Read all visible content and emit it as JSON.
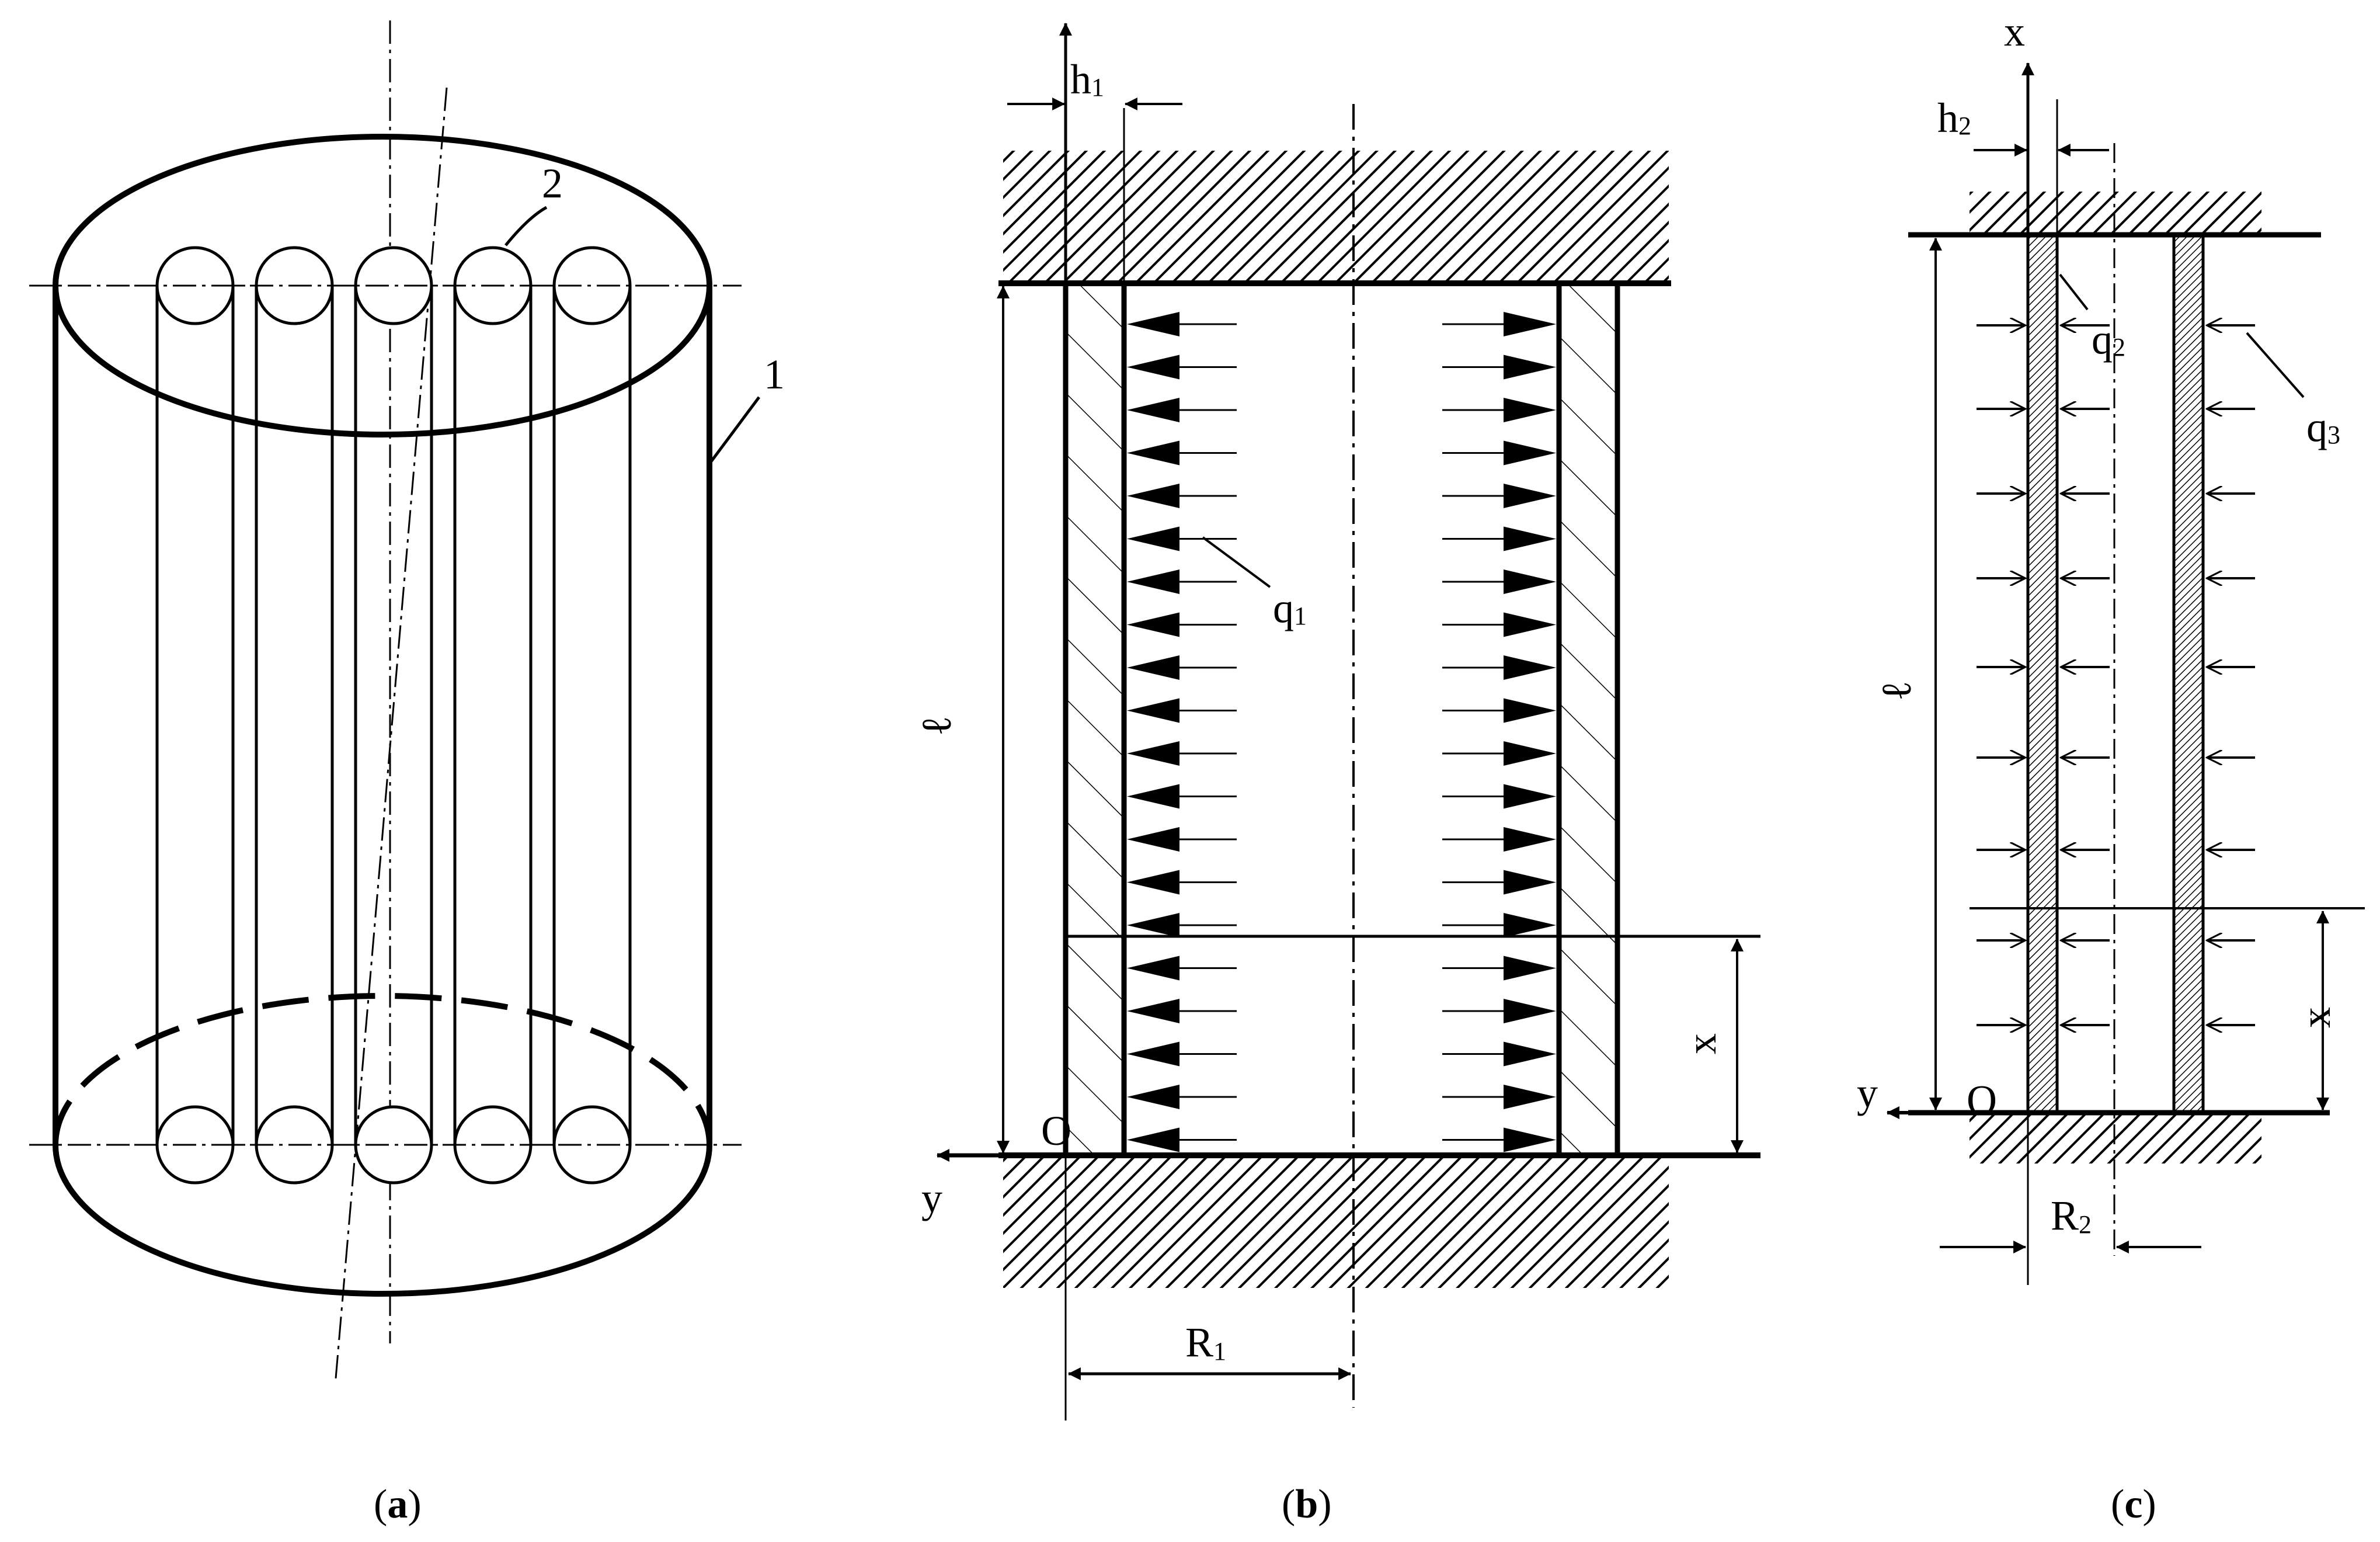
{
  "panels": {
    "a": {
      "caption_open": "(",
      "caption_letter": "a",
      "caption_close": ")",
      "label_1": "1",
      "label_2": "2"
    },
    "b": {
      "caption_open": "(",
      "caption_letter": "b",
      "caption_close": ")",
      "h1_main": "h",
      "h1_sub": "1",
      "q1_main": "q",
      "q1_sub": "1",
      "ell": "ℓ",
      "x": "x",
      "y": "y",
      "O": "O",
      "R1_main": "R",
      "R1_sub": "1"
    },
    "c": {
      "caption_open": "(",
      "caption_letter": "c",
      "caption_close": ")",
      "x_axis": "x",
      "h2_main": "h",
      "h2_sub": "2",
      "q2_main": "q",
      "q2_sub": "2",
      "q3_main": "q",
      "q3_sub": "3",
      "ell": "ℓ",
      "x": "x",
      "y": "y",
      "O": "O",
      "R2_main": "R",
      "R2_sub": "2"
    }
  }
}
